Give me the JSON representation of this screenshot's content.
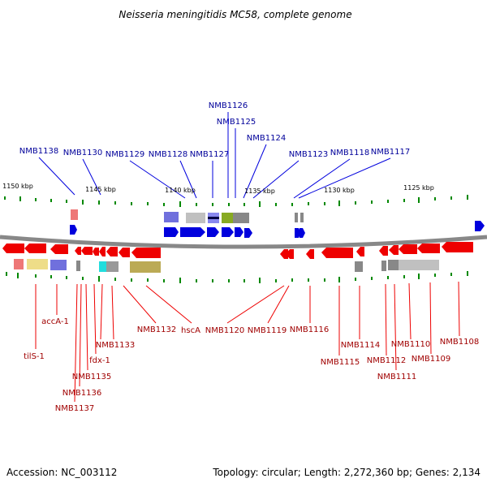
{
  "title": "Neisseria meningitidis MC58, complete genome",
  "footer": {
    "accession": "Accession: NC_003112",
    "summary": "Topology: circular; Length: 2,272,360 bp; Genes: 2,134"
  },
  "colors": {
    "forward": "#0000dd",
    "reverse": "#ee0000",
    "top_label": "#00009a",
    "bottom_label": "#a00000",
    "backbone": "#888888",
    "tick": "#008800"
  },
  "scale_labels": [
    "1150 kbp",
    "1145 kbp",
    "1140 kbp",
    "1135 kbp",
    "1130 kbp",
    "1125 kbp"
  ],
  "forward_labels": [
    "NMB1138",
    "NMB1130",
    "NMB1129",
    "NMB1128",
    "NMB1127",
    "NMB1126",
    "NMB1125",
    "NMB1124",
    "NMB1123",
    "NMB1118",
    "NMB1117"
  ],
  "reverse_labels": [
    "tilS-1",
    "accA-1",
    "NMB1137",
    "NMB1136",
    "NMB1135",
    "fdx-1",
    "NMB1133",
    "NMB1132",
    "hscA",
    "NMB1120",
    "NMB1119",
    "NMB1116",
    "NMB1115",
    "NMB1114",
    "NMB1112",
    "NMB1111",
    "NMB1110",
    "NMB1109",
    "NMB1108"
  ]
}
